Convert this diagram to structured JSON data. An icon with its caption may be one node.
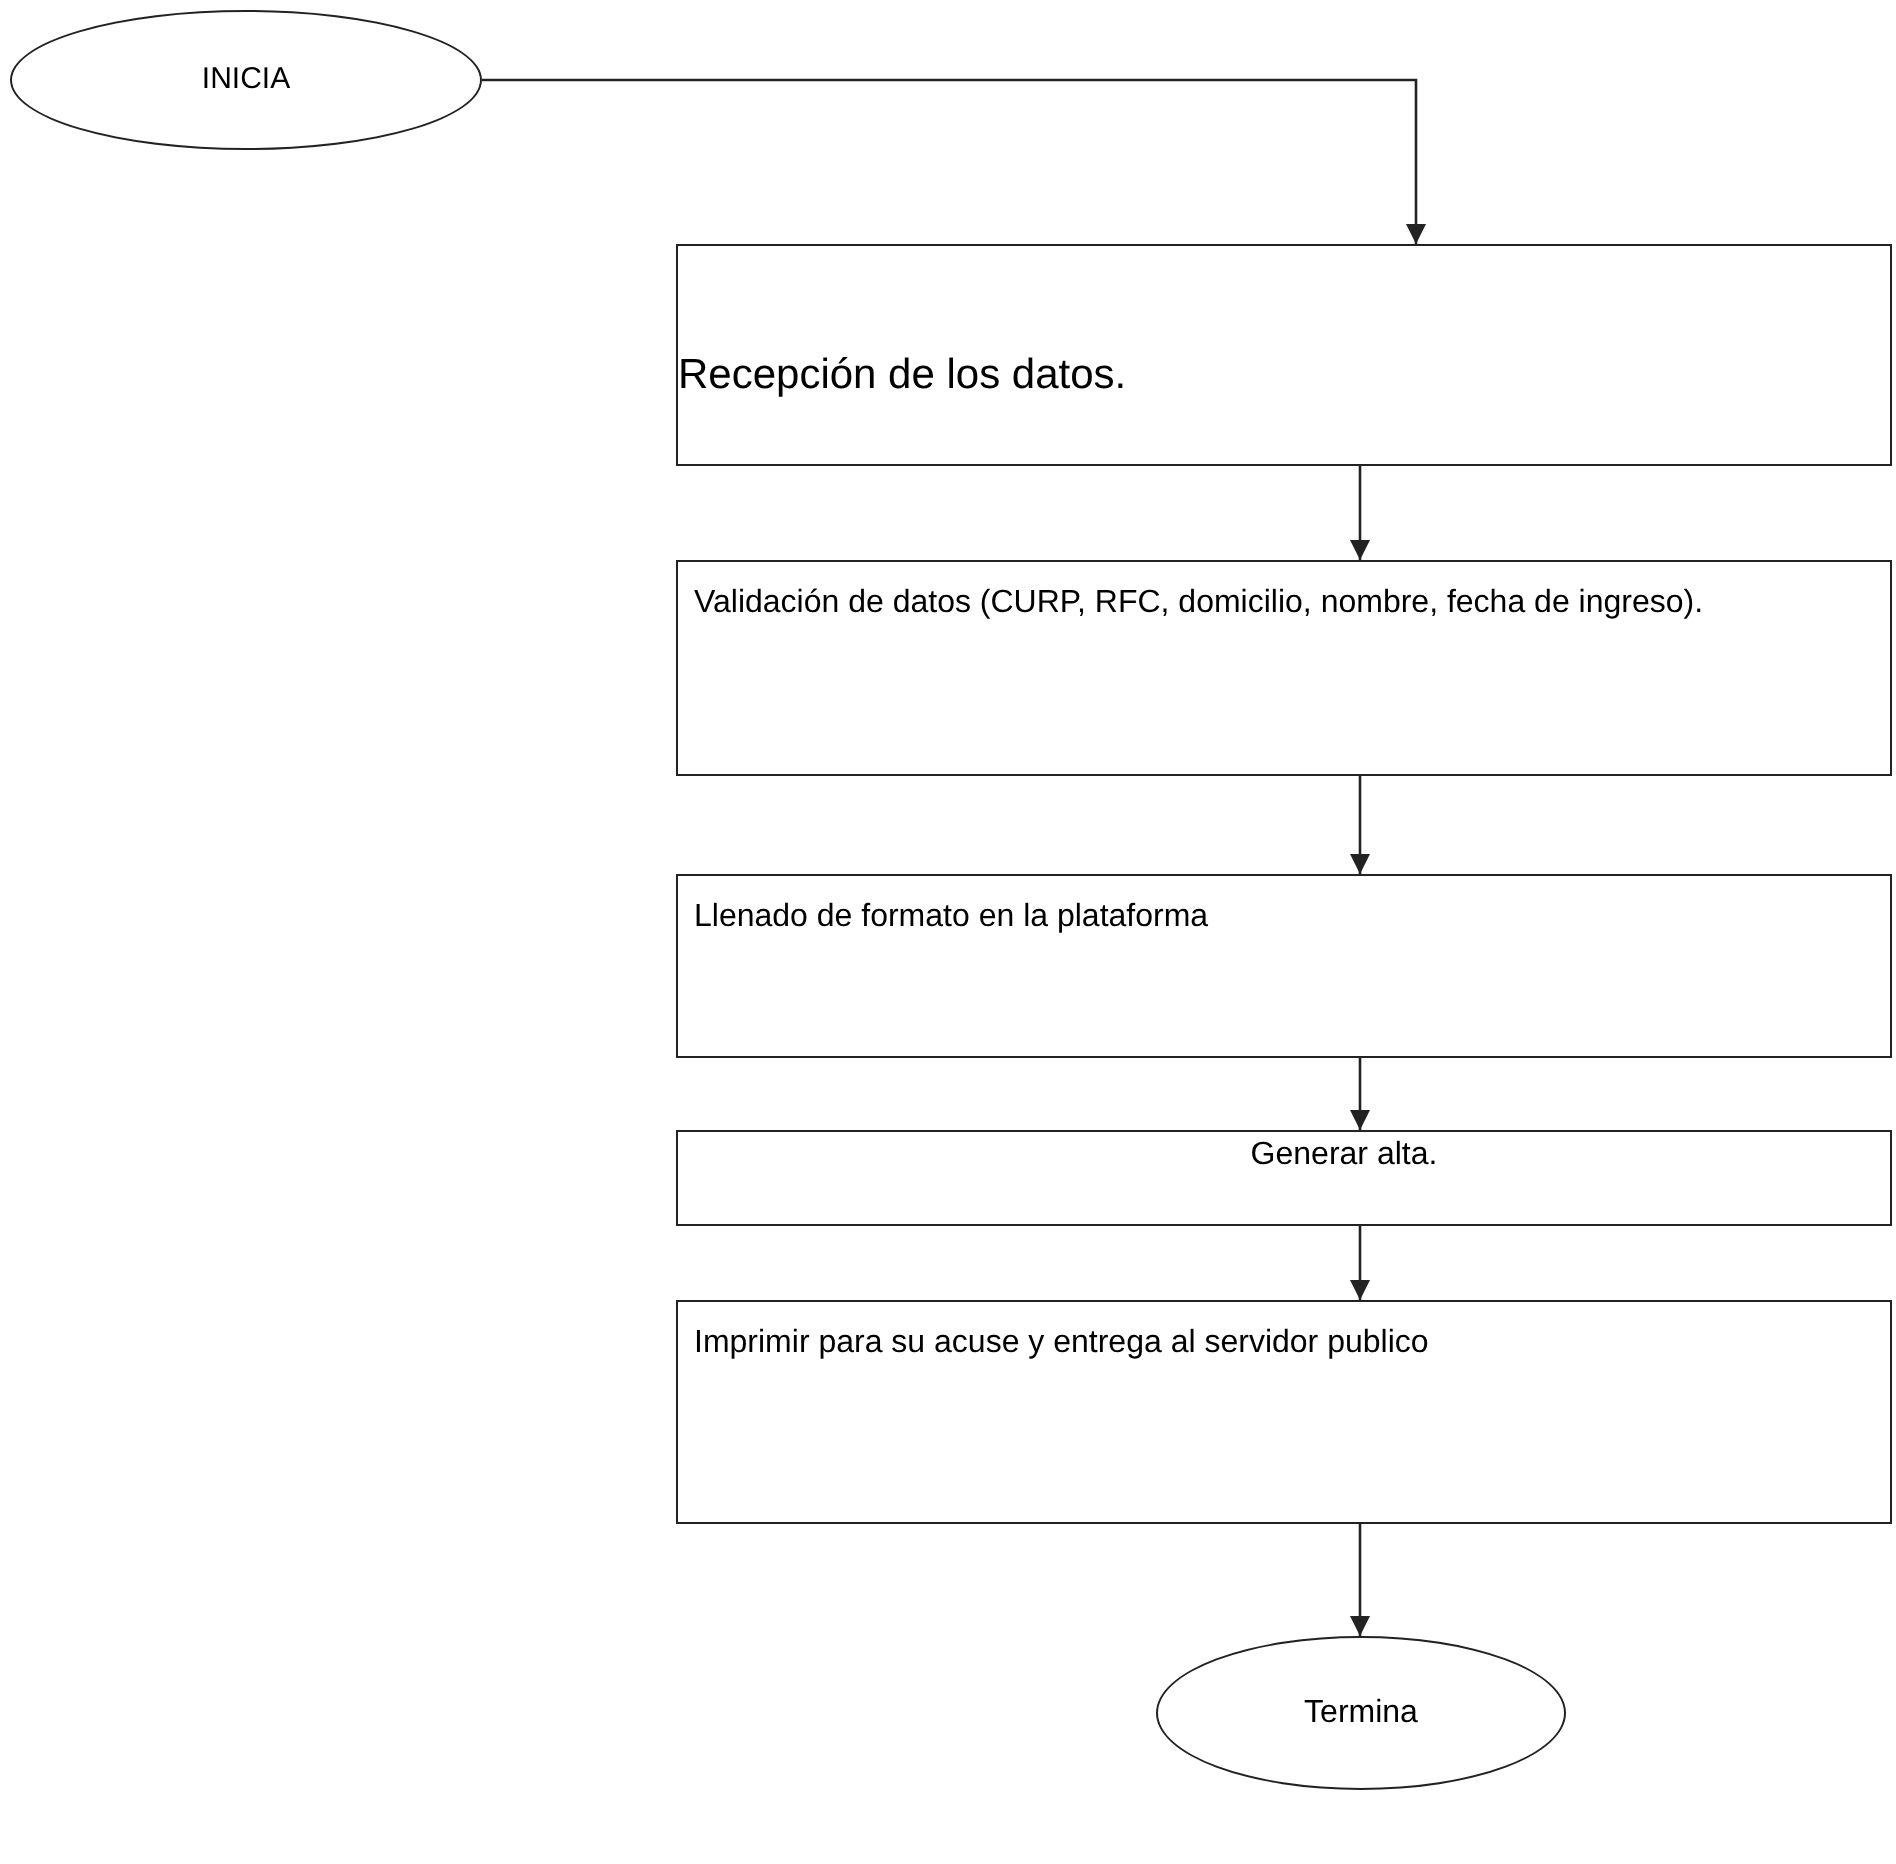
{
  "diagram": {
    "nodes": [
      {
        "text": [
          "INICIA"
        ]
      },
      {
        "text": [
          "Recepción de los datos."
        ]
      },
      {
        "text": [
          "Validación de datos (CURP, RFC, domicilio, nombre, fecha de ingreso)."
        ]
      },
      {
        "text": [
          "Llenado de formato en la plataforma"
        ]
      },
      {
        "text": [
          "Generar alta."
        ]
      },
      {
        "text": [
          "Imprimir para su acuse y entrega al servidor publico"
        ]
      },
      {
        "text": [
          "Termina"
        ]
      }
    ],
    "edges": [
      {
        "from": 0,
        "to": 1,
        "arrow": "to"
      },
      {
        "from": 1,
        "to": 2,
        "arrow": "to"
      },
      {
        "from": 2,
        "to": 3,
        "arrow": "to"
      },
      {
        "from": 3,
        "to": 4,
        "arrow": "to"
      },
      {
        "from": 4,
        "to": 5,
        "arrow": "to"
      },
      {
        "from": 5,
        "to": 6,
        "arrow": "to"
      }
    ]
  }
}
